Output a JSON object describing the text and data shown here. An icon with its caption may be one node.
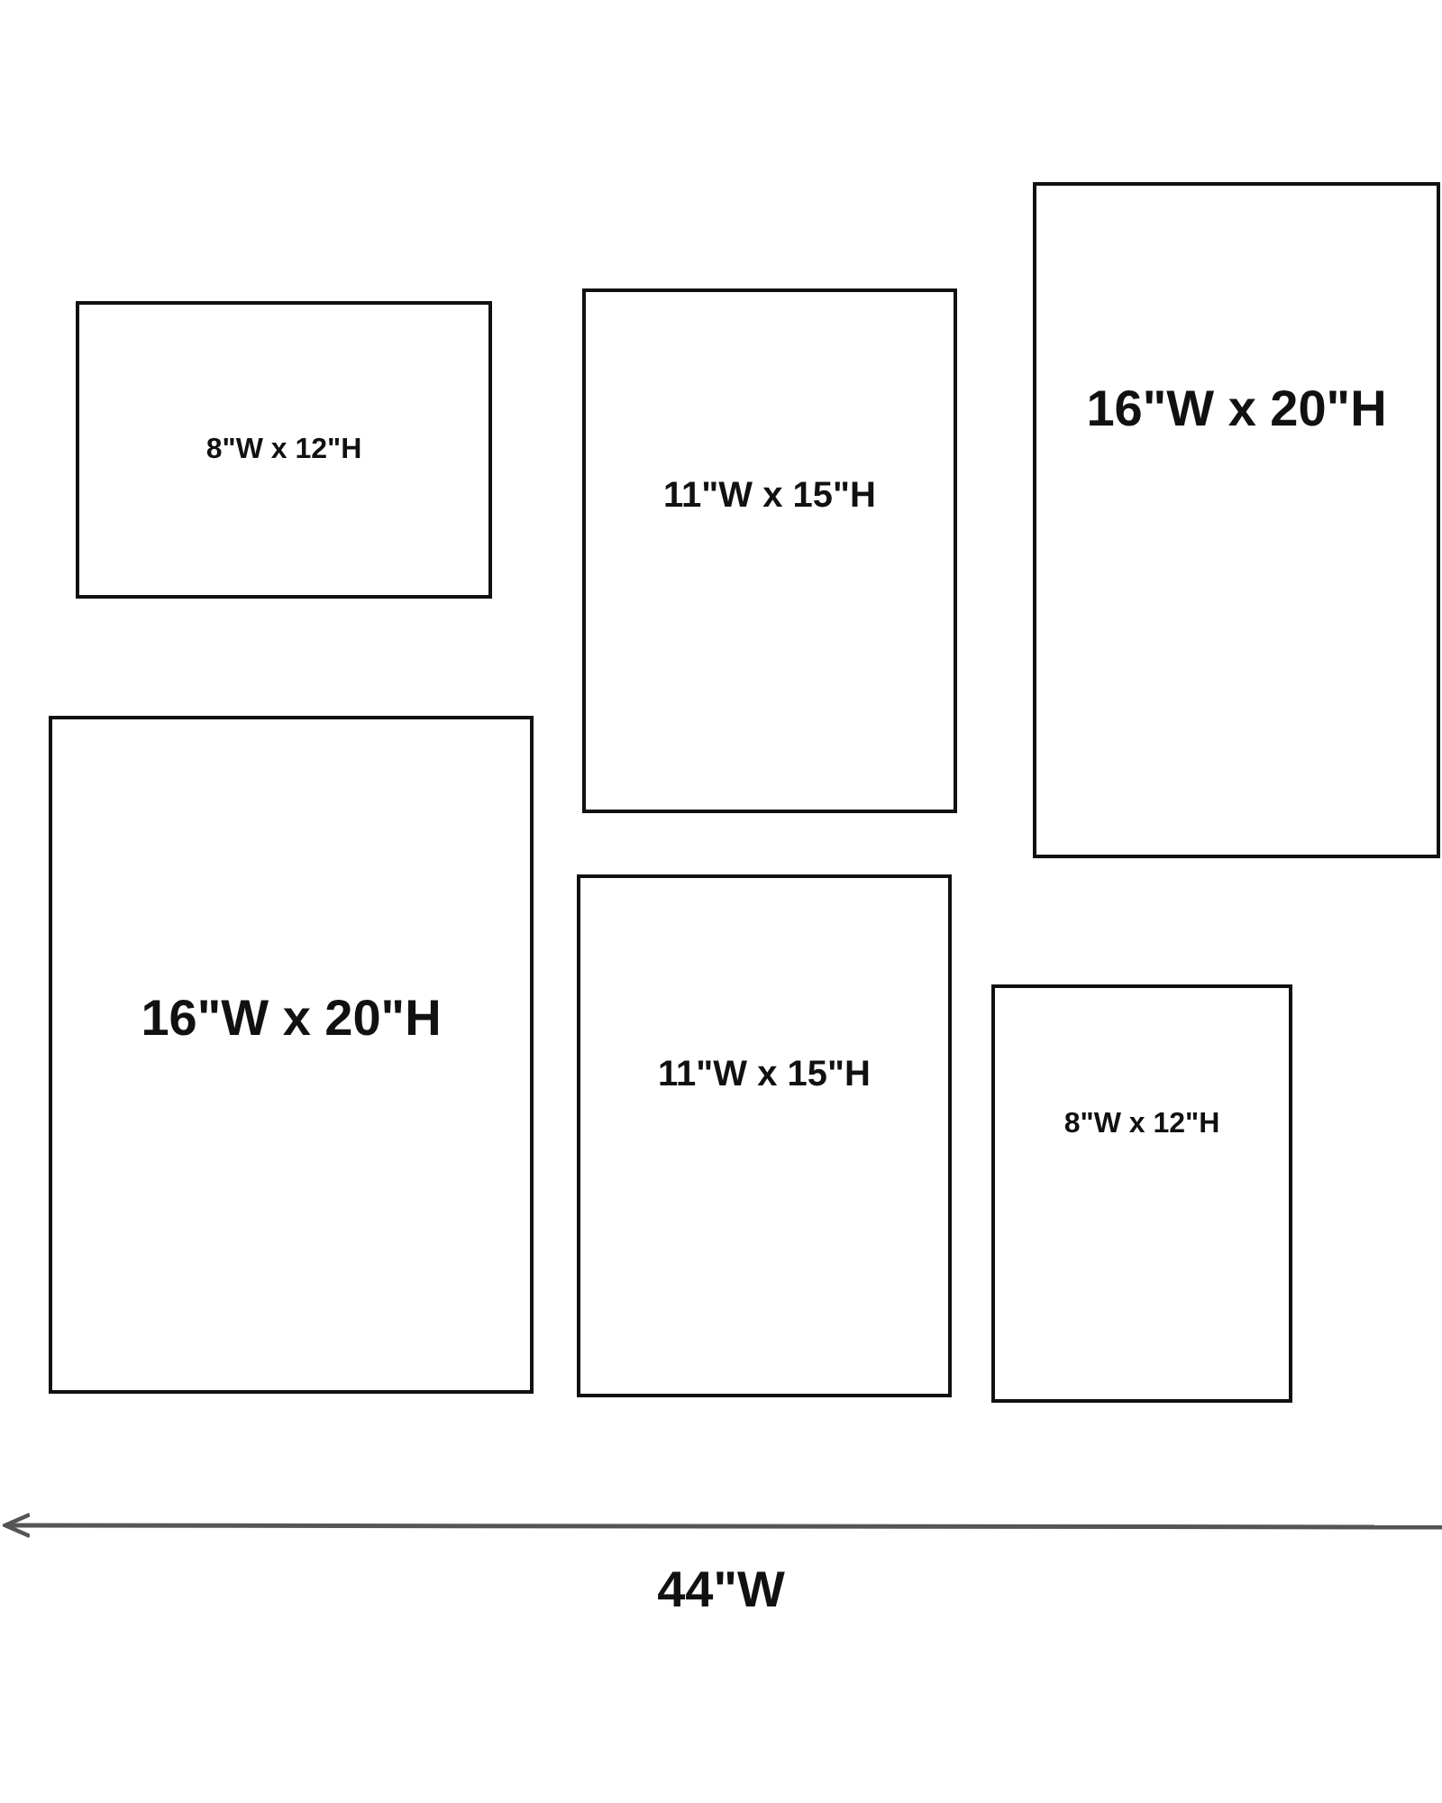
{
  "diagram": {
    "nodes": [
      {
        "text": [
          "8\"W x 12\"H"
        ]
      },
      {
        "text": [
          "11\"W x 15\"H"
        ]
      },
      {
        "text": [
          "16\"W x 20\"H"
        ]
      },
      {
        "text": [
          "16\"W x 20\"H"
        ]
      },
      {
        "text": [
          "11\"W x 15\"H"
        ]
      },
      {
        "text": [
          "8\"W x 12\"H"
        ]
      }
    ],
    "edges": [],
    "labels": [
      "44\"W"
    ]
  }
}
